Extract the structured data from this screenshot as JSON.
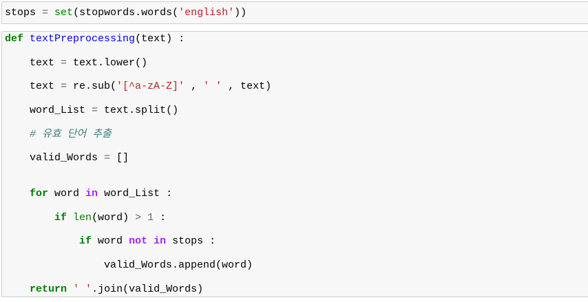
{
  "notebook": {
    "background": "#ffffff",
    "cell_background": "#f7f7f7",
    "cell_border": "#cfcfcf",
    "language": "python"
  },
  "token_styles": {
    "p": {
      "color": "#000000",
      "bold": false,
      "italic": false
    },
    "k": {
      "color": "#008000",
      "bold": true,
      "italic": false
    },
    "b": {
      "color": "#008000",
      "bold": false,
      "italic": false
    },
    "f": {
      "color": "#0000FF",
      "bold": false,
      "italic": false
    },
    "s": {
      "color": "#BA2121",
      "bold": false,
      "italic": false
    },
    "ow": {
      "color": "#AA22FF",
      "bold": true,
      "italic": false
    },
    "o": {
      "color": "#666666",
      "bold": false,
      "italic": false
    },
    "n": {
      "color": "#666666",
      "bold": false,
      "italic": false
    },
    "c": {
      "color": "#408080",
      "bold": false,
      "italic": true
    }
  },
  "cells": [
    {
      "name": "stopwords-setup-cell",
      "lines": [
        [
          [
            "p",
            "stops "
          ],
          [
            "o",
            "="
          ],
          [
            "p",
            " "
          ],
          [
            "b",
            "set"
          ],
          [
            "p",
            "(stopwords.words("
          ],
          [
            "s",
            "'english'"
          ],
          [
            "p",
            "))"
          ]
        ]
      ]
    },
    {
      "name": "text-preprocessing-function-cell",
      "lines": [
        [
          [
            "k",
            "def"
          ],
          [
            "p",
            " "
          ],
          [
            "f",
            "textPreprocessing"
          ],
          [
            "p",
            "(text) :"
          ]
        ],
        [],
        [
          [
            "p",
            "    text "
          ],
          [
            "o",
            "="
          ],
          [
            "p",
            " text.lower()"
          ]
        ],
        [],
        [
          [
            "p",
            "    text "
          ],
          [
            "o",
            "="
          ],
          [
            "p",
            " re.sub("
          ],
          [
            "s",
            "'[^a-zA-Z]'"
          ],
          [
            "p",
            " , "
          ],
          [
            "s",
            "' '"
          ],
          [
            "p",
            " , text)"
          ]
        ],
        [],
        [
          [
            "p",
            "    word_List "
          ],
          [
            "o",
            "="
          ],
          [
            "p",
            " text.split()"
          ]
        ],
        [],
        [
          [
            "p",
            "    "
          ],
          [
            "c",
            "# 유효 단어 추출"
          ]
        ],
        [],
        [
          [
            "p",
            "    valid_Words "
          ],
          [
            "o",
            "="
          ],
          [
            "p",
            " []"
          ]
        ],
        [],
        [],
        [
          [
            "p",
            "    "
          ],
          [
            "k",
            "for"
          ],
          [
            "p",
            " word "
          ],
          [
            "ow",
            "in"
          ],
          [
            "p",
            " word_List :"
          ]
        ],
        [],
        [
          [
            "p",
            "        "
          ],
          [
            "k",
            "if"
          ],
          [
            "p",
            " "
          ],
          [
            "b",
            "len"
          ],
          [
            "p",
            "(word) "
          ],
          [
            "o",
            ">"
          ],
          [
            "p",
            " "
          ],
          [
            "n",
            "1"
          ],
          [
            "p",
            " :"
          ]
        ],
        [],
        [
          [
            "p",
            "            "
          ],
          [
            "k",
            "if"
          ],
          [
            "p",
            " word "
          ],
          [
            "ow",
            "not"
          ],
          [
            "p",
            " "
          ],
          [
            "ow",
            "in"
          ],
          [
            "p",
            " stops :"
          ]
        ],
        [],
        [
          [
            "p",
            "                valid_Words.append(word)"
          ]
        ],
        [],
        [
          [
            "p",
            "    "
          ],
          [
            "k",
            "return"
          ],
          [
            "p",
            " "
          ],
          [
            "s",
            "' '"
          ],
          [
            "p",
            ".join(valid_Words)"
          ]
        ]
      ]
    }
  ]
}
